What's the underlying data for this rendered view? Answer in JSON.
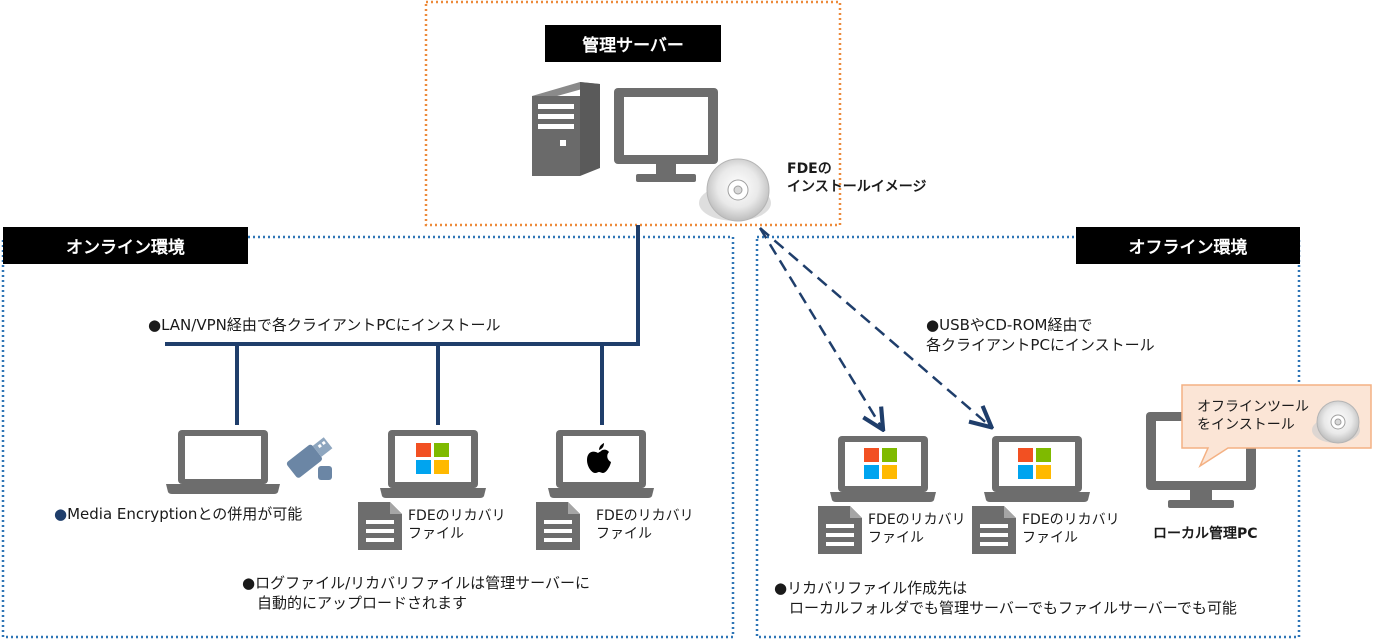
{
  "server": {
    "title": "管理サーバー",
    "image_caption_line1": "FDEの",
    "image_caption_line2": "インストールイメージ"
  },
  "online": {
    "title": "オンライン環境",
    "install_note": "●LAN/VPN経由で各クライアントPCにインストール",
    "media_note_bullet": "●",
    "media_note": "Media Encryptionとの併用が可能",
    "file1_line1": "FDEのリカバリ",
    "file1_line2": "ファイル",
    "file2_line1": "FDEのリカバリ",
    "file2_line2": "ファイル",
    "upload_note_line1": "●ログファイル/リカバリファイルは管理サーバーに",
    "upload_note_line2": "自動的にアップロードされます"
  },
  "offline": {
    "title": "オフライン環境",
    "install_note_line1": "●USBやCD-ROM経由で",
    "install_note_line2": "各クライアントPCにインストール",
    "file1_line1": "FDEのリカバリ",
    "file1_line2": "ファイル",
    "file2_line1": "FDEのリカバリ",
    "file2_line2": "ファイル",
    "callout_line1": "オフラインツール",
    "callout_line2": "をインストール",
    "local_pc_label": "ローカル管理PC",
    "recovery_note_line1": "●リカバリファイル作成先は",
    "recovery_note_line2": "ローカルフォルダでも管理サーバーでもファイルサーバーでも可能"
  },
  "colors": {
    "server_border": "#ed8a3a",
    "env_border": "#2e75b6",
    "network_line": "#1f3e6b",
    "device_gray": "#6d6d6d",
    "callout_fill": "#fbe5d6",
    "callout_border": "#f4b183"
  },
  "icons": [
    "tower-pc-icon",
    "monitor-icon",
    "cd-disc-icon",
    "laptop-icon",
    "usb-drive-icon",
    "windows-logo-icon",
    "apple-logo-icon",
    "document-icon"
  ]
}
